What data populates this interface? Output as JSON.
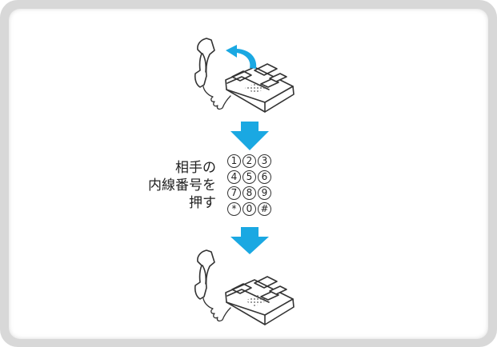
{
  "instruction": {
    "line1": "相手の",
    "line2": "内線番号を",
    "line3": "押す"
  },
  "keypad": {
    "keys": [
      "1",
      "2",
      "3",
      "4",
      "5",
      "6",
      "7",
      "8",
      "9",
      "*",
      "0",
      "#"
    ]
  },
  "colors": {
    "arrow": "#1aa8e2",
    "outline": "#333333",
    "border_gray": "#d8d8d8"
  },
  "icons": {
    "phone_top": "telephone-handset-lifting-icon",
    "phone_bottom": "telephone-icon",
    "lift_arrow": "curved-arrow-icon",
    "down_arrow": "down-arrow-icon"
  }
}
